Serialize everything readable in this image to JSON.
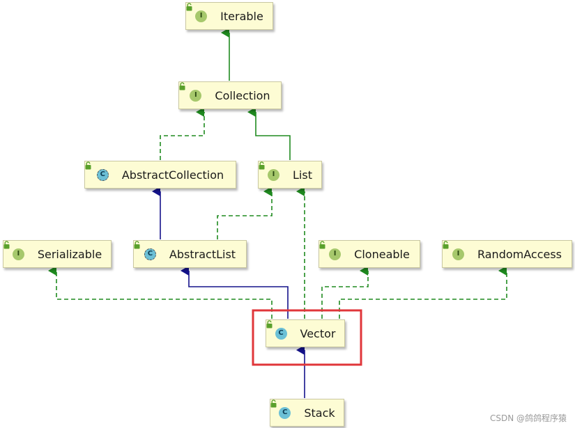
{
  "nodes": {
    "iterable": {
      "label": "Iterable",
      "kind": "I",
      "kind_type": "interface"
    },
    "collection": {
      "label": "Collection",
      "kind": "I",
      "kind_type": "interface"
    },
    "abstract_collection": {
      "label": "AbstractCollection",
      "kind": "C",
      "kind_type": "abstract-class"
    },
    "list": {
      "label": "List",
      "kind": "I",
      "kind_type": "interface"
    },
    "serializable": {
      "label": "Serializable",
      "kind": "I",
      "kind_type": "interface"
    },
    "abstract_list": {
      "label": "AbstractList",
      "kind": "C",
      "kind_type": "abstract-class"
    },
    "cloneable": {
      "label": "Cloneable",
      "kind": "I",
      "kind_type": "interface"
    },
    "random_access": {
      "label": "RandomAccess",
      "kind": "I",
      "kind_type": "interface"
    },
    "vector": {
      "label": "Vector",
      "kind": "C",
      "kind_type": "class"
    },
    "stack": {
      "label": "Stack",
      "kind": "C",
      "kind_type": "class"
    }
  },
  "relations": [
    {
      "from": "collection",
      "to": "iterable",
      "type": "extends"
    },
    {
      "from": "abstract_collection",
      "to": "collection",
      "type": "implements"
    },
    {
      "from": "list",
      "to": "collection",
      "type": "extends"
    },
    {
      "from": "abstract_list",
      "to": "abstract_collection",
      "type": "extends"
    },
    {
      "from": "abstract_list",
      "to": "list",
      "type": "implements"
    },
    {
      "from": "vector",
      "to": "serializable",
      "type": "implements"
    },
    {
      "from": "vector",
      "to": "abstract_list",
      "type": "extends"
    },
    {
      "from": "vector",
      "to": "list",
      "type": "implements"
    },
    {
      "from": "vector",
      "to": "cloneable",
      "type": "implements"
    },
    {
      "from": "vector",
      "to": "random_access",
      "type": "implements"
    },
    {
      "from": "stack",
      "to": "vector",
      "type": "extends"
    }
  ],
  "highlight": {
    "node": "vector",
    "color": "#e0363a"
  },
  "colors": {
    "interface_edge": "#1f8a1f",
    "class_edge": "#14128a",
    "node_fill": "#fdfcd4",
    "interface_badge": "#a6c86c",
    "class_badge": "#6cc0d6"
  },
  "icons": {
    "access_icon": "lock-open-icon"
  },
  "watermark": "CSDN @鸽鸽程序猿"
}
